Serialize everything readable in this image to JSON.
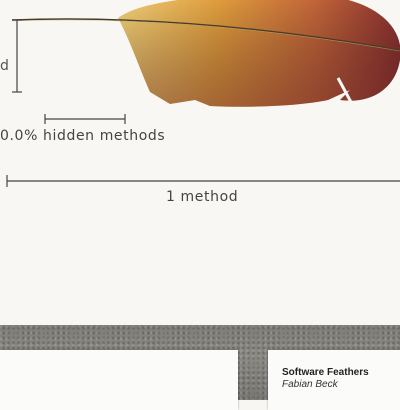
{
  "poster": {
    "label_partial": "d",
    "label_hidden": "0.0% hidden methods",
    "label_method": "1 method"
  },
  "cards": {
    "left_title": "rs",
    "right_title": "Software Feathers",
    "right_author": "Fabian Beck"
  },
  "colors": {
    "feather_tip": "#7a2a2a",
    "feather_mid": "#d9862f",
    "feather_light": "#f2c46a",
    "wall": "#85837e"
  }
}
